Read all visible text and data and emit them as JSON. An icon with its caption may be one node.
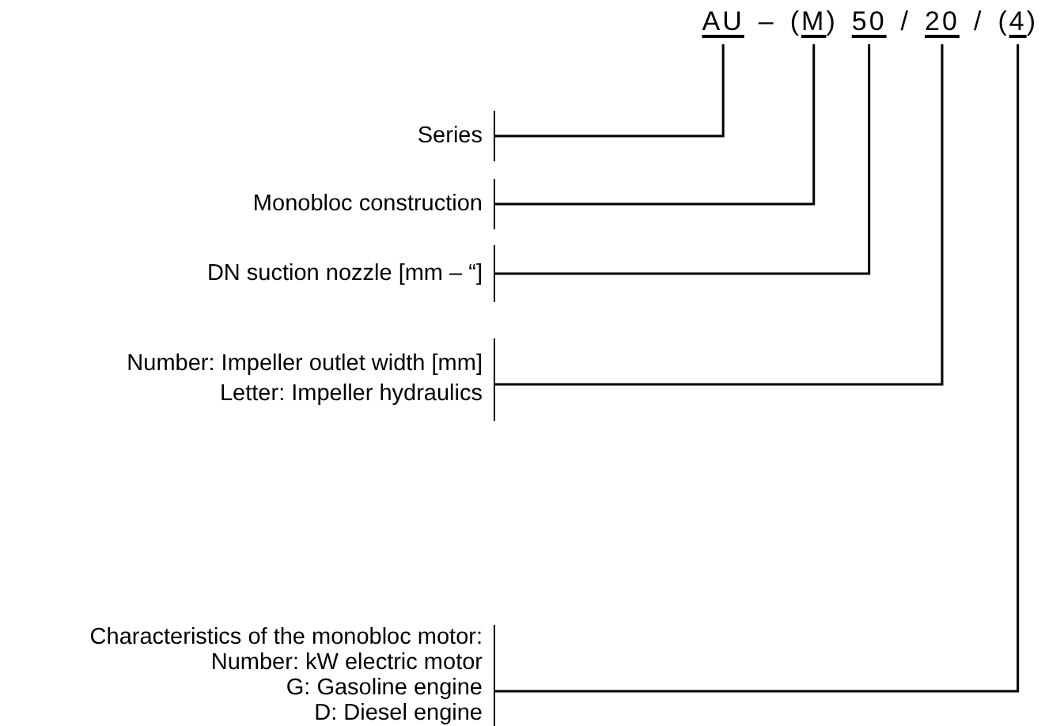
{
  "diagram": {
    "nodes": [
      {
        "text": [
          "AU"
        ]
      },
      {
        "text": [
          "M"
        ]
      },
      {
        "text": [
          "50"
        ]
      },
      {
        "text": [
          "20"
        ]
      },
      {
        "text": [
          "4"
        ]
      },
      {
        "text": [
          "Series"
        ]
      },
      {
        "text": [
          "Monobloc construction"
        ]
      },
      {
        "text": [
          "DN suction nozzle [mm – “]"
        ]
      },
      {
        "text": [
          "Number: Impeller outlet width [mm]",
          "Letter: Impeller hydraulics"
        ]
      },
      {
        "text": [
          "Characteristics of the monobloc motor:",
          "Number: kW electric motor",
          "G: Gasoline engine",
          "D: Diesel engine"
        ]
      }
    ],
    "edges": [
      {
        "from": 0,
        "to": 5,
        "arrow": "none"
      },
      {
        "from": 1,
        "to": 6,
        "arrow": "none"
      },
      {
        "from": 2,
        "to": 7,
        "arrow": "none"
      },
      {
        "from": 3,
        "to": 8,
        "arrow": "none"
      },
      {
        "from": 4,
        "to": 9,
        "arrow": "none"
      }
    ],
    "labels": [
      "–",
      "(",
      ")",
      "/",
      "/",
      "(",
      ")"
    ]
  }
}
